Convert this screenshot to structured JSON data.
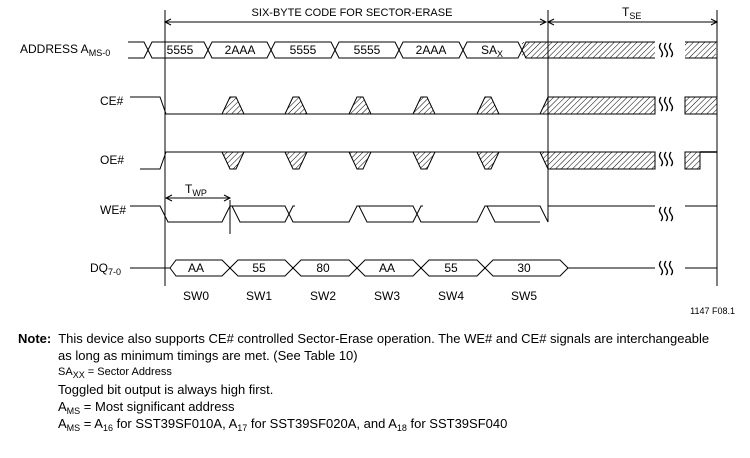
{
  "header": {
    "code_label": "SIX-BYTE CODE FOR SECTOR-ERASE",
    "tse_main": "T",
    "tse_sub": "SE"
  },
  "signals": {
    "address_main": "ADDRESS A",
    "address_sub": "MS-0",
    "ce": "CE#",
    "oe": "OE#",
    "we": "WE#",
    "dq_main": "DQ",
    "dq_sub": "7-0"
  },
  "twp": {
    "main": "T",
    "sub": "WP"
  },
  "address_values": [
    "5555",
    "2AAA",
    "5555",
    "5555",
    "2AAA"
  ],
  "address_last": {
    "main": "SA",
    "sub": "X"
  },
  "dq_values": [
    "AA",
    "55",
    "80",
    "AA",
    "55",
    "30"
  ],
  "sw_labels": [
    "SW0",
    "SW1",
    "SW2",
    "SW3",
    "SW4",
    "SW5"
  ],
  "figure_id": "1147 F08.1",
  "note": {
    "label": "Note:",
    "line1": "This device also supports CE# controlled Sector-Erase operation. The WE# and CE# signals are interchangeable",
    "line2": "as long as minimum timings are met. (See Table 10)",
    "sa_main": "SA",
    "sa_sub": "XX",
    "sa_rest": " = Sector Address",
    "toggle": "Toggled bit output is always high first.",
    "ams_main": "A",
    "ams_sub": "MS",
    "ams_rest": " = Most significant address",
    "l6_a": "A",
    "l6_a_sub": "MS",
    "l6_b": " = A",
    "l6_b_sub": "16",
    "l6_c": " for SST39SF010A, A",
    "l6_c_sub": "17",
    "l6_d": " for SST39SF020A, and A",
    "l6_d_sub": "18",
    "l6_e": " for SST39SF040"
  }
}
